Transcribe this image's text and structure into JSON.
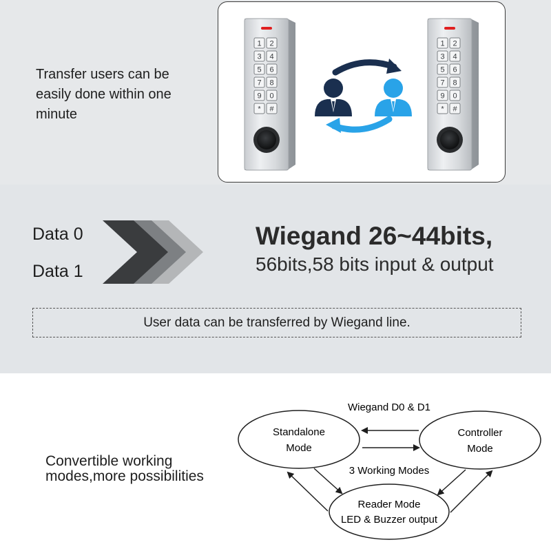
{
  "transfer": {
    "text": "Transfer users can be easily done within one minute"
  },
  "wiegand": {
    "data0_label": "Data 0",
    "data1_label": "Data 1",
    "title": "Wiegand 26~44bits,",
    "subtitle": "56bits,58 bits input & output",
    "note": "User data can be transferred by Wiegand line."
  },
  "modes": {
    "caption": "Convertible working modes,more possibilities",
    "top_label": "Wiegand D0 & D1",
    "center_label": "3 Working Modes",
    "standalone_line1": "Standalone",
    "standalone_line2": "Mode",
    "controller_line1": "Controller",
    "controller_line2": "Mode",
    "reader_line1": "Reader Mode",
    "reader_line2": "LED & Buzzer output"
  },
  "keypad": {
    "keys": [
      "1",
      "2",
      "3",
      "4",
      "5",
      "6",
      "7",
      "8",
      "9",
      "0",
      "*",
      "#"
    ]
  },
  "colors": {
    "user_dark": "#1a2f4f",
    "user_light": "#29a3e8",
    "arrow_dark": "#1a2f4f",
    "arrow_light": "#29a3e8",
    "led": "#e02020"
  }
}
